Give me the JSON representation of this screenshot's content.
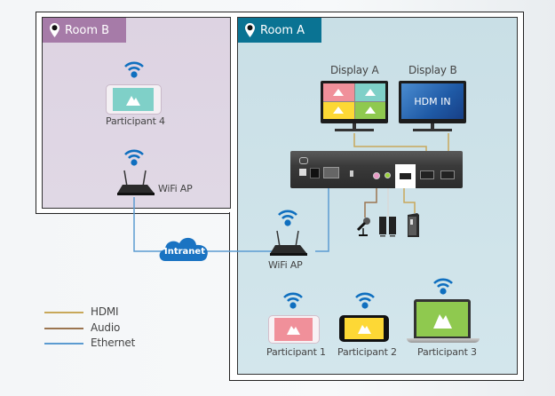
{
  "rooms": {
    "room_b": {
      "label": "Room B",
      "color": "#a67ba8"
    },
    "room_a": {
      "label": "Room A",
      "color": "#0a7393"
    }
  },
  "displays": {
    "display_a": {
      "label": "Display A",
      "tiles": [
        "#f0909a",
        "#7fd0c8",
        "#fdd835",
        "#8fc94f"
      ]
    },
    "display_b": {
      "label": "Display B",
      "screen_text": "HDM IN"
    }
  },
  "devices": {
    "participant_4": {
      "label": "Participant 4",
      "screen_color": "#7fd0c8"
    },
    "wifi_ap_room_b": {
      "label": "WiFi AP"
    },
    "wifi_ap_room_a": {
      "label": "WiFi AP"
    },
    "intranet": {
      "label": "Intranet"
    },
    "participant_1": {
      "label": "Participant 1",
      "screen_color": "#f0909a"
    },
    "participant_2": {
      "label": "Participant 2",
      "screen_color": "#fdd835"
    },
    "participant_3": {
      "label": "Participant 3",
      "screen_color": "#8fc94f"
    }
  },
  "legend": [
    {
      "label": "HDMI",
      "color": "#c8a85a"
    },
    {
      "label": "Audio",
      "color": "#9b7550"
    },
    {
      "label": "Ethernet",
      "color": "#5b9bd1"
    }
  ],
  "colors": {
    "wifi": "#0f6fbf",
    "hdmi": "#c8a85a",
    "audio": "#9b7550",
    "ethernet": "#5b9bd1"
  }
}
